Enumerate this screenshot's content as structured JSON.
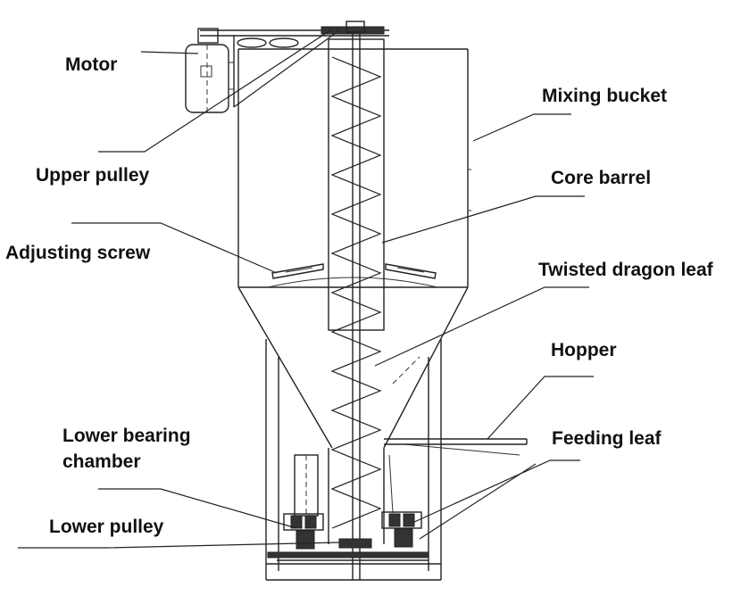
{
  "labels": {
    "motor": "Motor",
    "upper_pulley": "Upper pulley",
    "adjusting_screw": "Adjusting screw",
    "lower_bearing_chamber_line1": "Lower bearing",
    "lower_bearing_chamber_line2": "chamber",
    "lower_pulley": "Lower pulley",
    "mixing_bucket": "Mixing bucket",
    "core_barrel": "Core barrel",
    "twisted_dragon_leaf": "Twisted dragon leaf",
    "hopper": "Hopper",
    "feeding_leaf": "Feeding leaf"
  },
  "colors": {
    "line": "#222222",
    "text": "#111111",
    "background": "#ffffff"
  }
}
